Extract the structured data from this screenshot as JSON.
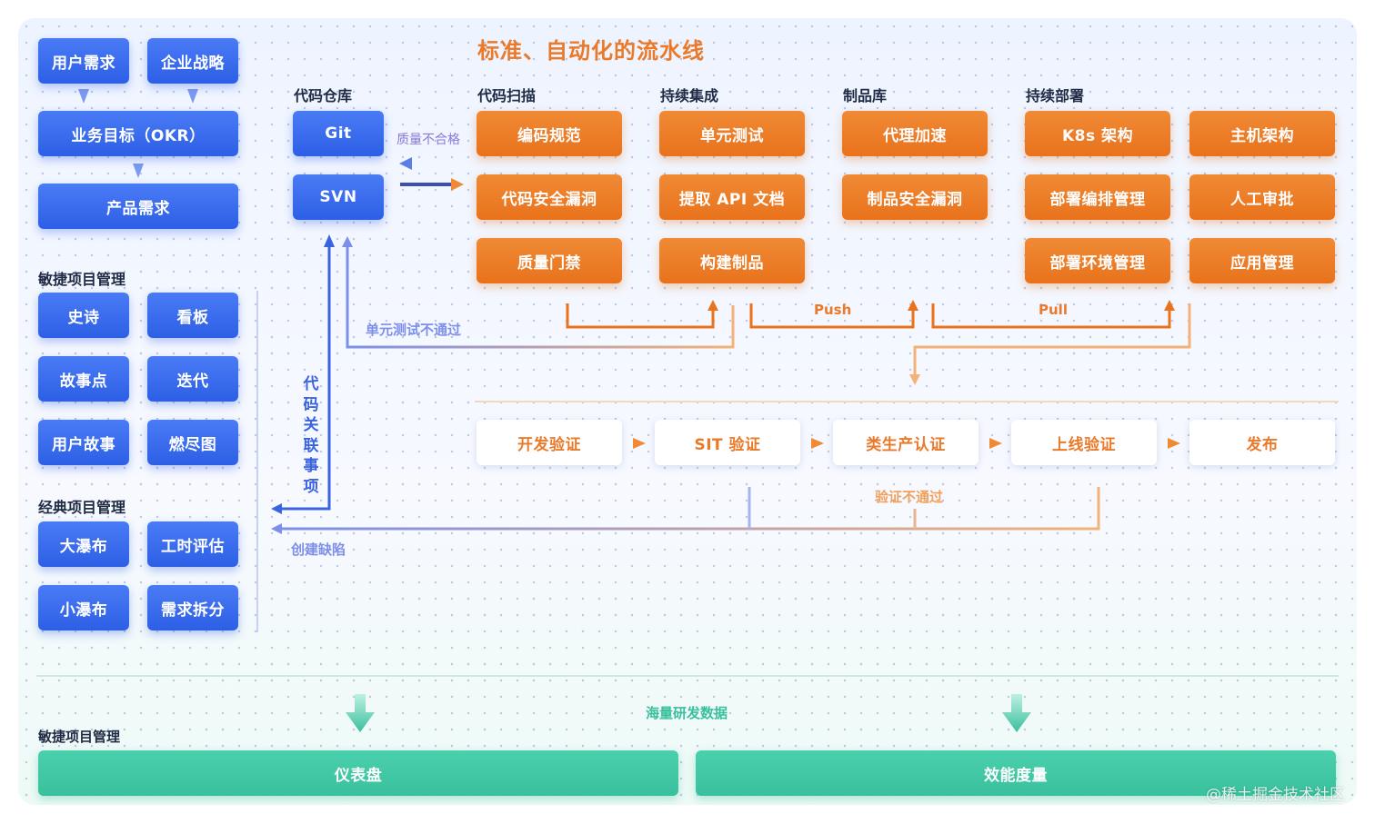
{
  "title": "标准、自动化的流水线",
  "requirements": {
    "user_demand": "用户需求",
    "enterprise_strategy": "企业战略",
    "business_goal": "业务目标（OKR）",
    "product_demand": "产品需求"
  },
  "agile_pm": {
    "heading": "敏捷项目管理",
    "epic": "史诗",
    "kanban": "看板",
    "story_point": "故事点",
    "iteration": "迭代",
    "user_story": "用户故事",
    "burndown": "燃尽图"
  },
  "classic_pm": {
    "heading": "经典项目管理",
    "big_waterfall": "大瀑布",
    "effort_estimate": "工时评估",
    "small_waterfall": "小瀑布",
    "requirement_split": "需求拆分"
  },
  "repo": {
    "heading": "代码仓库",
    "git": "Git",
    "svn": "SVN",
    "quality_fail": "质量不合格",
    "link_items": "代码关联事项",
    "unit_test_fail": "单元测试不通过",
    "create_defect": "创建缺陷"
  },
  "code_scan": {
    "heading": "代码扫描",
    "items": [
      "编码规范",
      "代码安全漏洞",
      "质量门禁"
    ]
  },
  "ci": {
    "heading": "持续集成",
    "items": [
      "单元测试",
      "提取 API 文档",
      "构建制品"
    ]
  },
  "artifact": {
    "heading": "制品库",
    "items": [
      "代理加速",
      "制品安全漏洞"
    ]
  },
  "cd": {
    "heading": "持续部署",
    "col1": [
      "K8s 架构",
      "部署编排管理",
      "部署环境管理"
    ],
    "col2": [
      "主机架构",
      "人工审批",
      "应用管理"
    ]
  },
  "flow_labels": {
    "push": "Push",
    "pull": "Pull",
    "verify_fail": "验证不通过"
  },
  "verification": {
    "items": [
      "开发验证",
      "SIT 验证",
      "类生产认证",
      "上线验证",
      "发布"
    ]
  },
  "bottom": {
    "heading": "敏捷项目管理",
    "data_label": "海量研发数据",
    "dashboard": "仪表盘",
    "efficiency": "效能度量"
  },
  "watermark": "@稀土掘金技术社区",
  "colors": {
    "blue": "#2d5fe6",
    "orange": "#e9721c",
    "green": "#39c09c",
    "text_dark": "#1f2a44"
  }
}
